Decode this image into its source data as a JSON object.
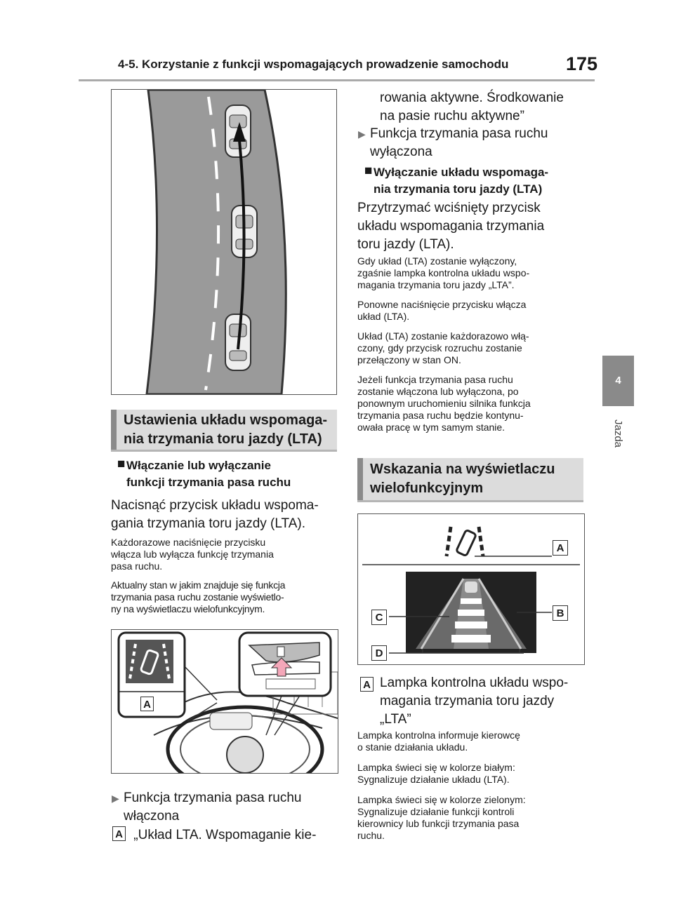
{
  "header": {
    "title": "4-5. Korzystanie z funkcji wspomagających prowadzenie samochodu",
    "page_number": "175"
  },
  "side_tab": {
    "chapter": "4",
    "label": "Jazda"
  },
  "left_column": {
    "section_heading_line1": "Ustawienia układu wspomaga-",
    "section_heading_line2": "nia trzymania toru jazdy (LTA)",
    "sub_heading_line1": "Włączanie lub wyłączanie",
    "sub_heading_line2": "funkcji trzymania pasa ruchu",
    "body_lines": [
      "Nacisnąć przycisk układu wspoma-",
      "gania trzymania toru jazdy (LTA)."
    ],
    "note1_lines": [
      "Każdorazowe naciśnięcie przycisku",
      "włącza lub wyłącza funkcję trzymania",
      "pasa ruchu."
    ],
    "note2_lines": [
      "Aktualny stan w jakim znajduje się funkcja",
      "trzymania pasa ruchu zostanie wyświetlo-",
      "ny na wyświetlaczu wielofunkcyjnym."
    ],
    "bullet_lines": [
      "Funkcja trzymania pasa ruchu",
      "włączona"
    ],
    "indicator_letter": "A",
    "indicator_text": "„Układ LTA. Wspomaganie kie-",
    "figure2_label": "A"
  },
  "right_column": {
    "continued_lines": [
      "rowania aktywne. Środkowanie",
      "na pasie ruchu aktywne”"
    ],
    "bullet2_lines": [
      "Funkcja trzymania pasa ruchu",
      "wyłączona"
    ],
    "sub_heading_line1": "Wyłączanie układu wspomaga-",
    "sub_heading_line2": "nia trzymania toru jazdy (LTA)",
    "body_lines": [
      "Przytrzymać wciśnięty przycisk",
      "układu wspomagania trzymania",
      "toru jazdy (LTA)."
    ],
    "note1_lines": [
      "Gdy układ (LTA) zostanie wyłączony,",
      "zgaśnie lampka kontrolna układu wspo-",
      "magania trzymania toru jazdy „LTA”."
    ],
    "note2_lines": [
      "Ponowne naciśnięcie przycisku włącza",
      "układ (LTA)."
    ],
    "note3_lines": [
      "Układ (LTA) zostanie każdorazowo włą-",
      "czony, gdy przycisk rozruchu zostanie",
      "przełączony w stan ON."
    ],
    "note4_lines": [
      "Jeżeli funkcja trzymania pasa ruchu",
      "zostanie włączona lub wyłączona, po",
      "ponownym uruchomieniu silnika funkcja",
      "trzymania pasa ruchu będzie kontynu-",
      "owała pracę w tym samym stanie."
    ],
    "section_heading_line1": "Wskazania na wyświetlaczu",
    "section_heading_line2": "wielofunkcyjnym",
    "figure3_labels": [
      "A",
      "B",
      "C",
      "D"
    ],
    "item_a_letter": "A",
    "item_a_lines": [
      "Lampka kontrolna układu wspo-",
      "magania trzymania toru jazdy",
      "„LTA”"
    ],
    "item_a_note1_lines": [
      "Lampka kontrolna informuje kierowcę",
      "o stanie działania układu."
    ],
    "item_a_note2_lines": [
      "Lampka świeci się w kolorze białym:",
      "Sygnalizuje działanie układu (LTA)."
    ],
    "item_a_note3_lines": [
      "Lampka świeci się w kolorze zielonym:",
      "Sygnalizuje działanie funkcji kontroli",
      "kierownicy lub funkcji trzymania pasa",
      "ruchu."
    ]
  }
}
